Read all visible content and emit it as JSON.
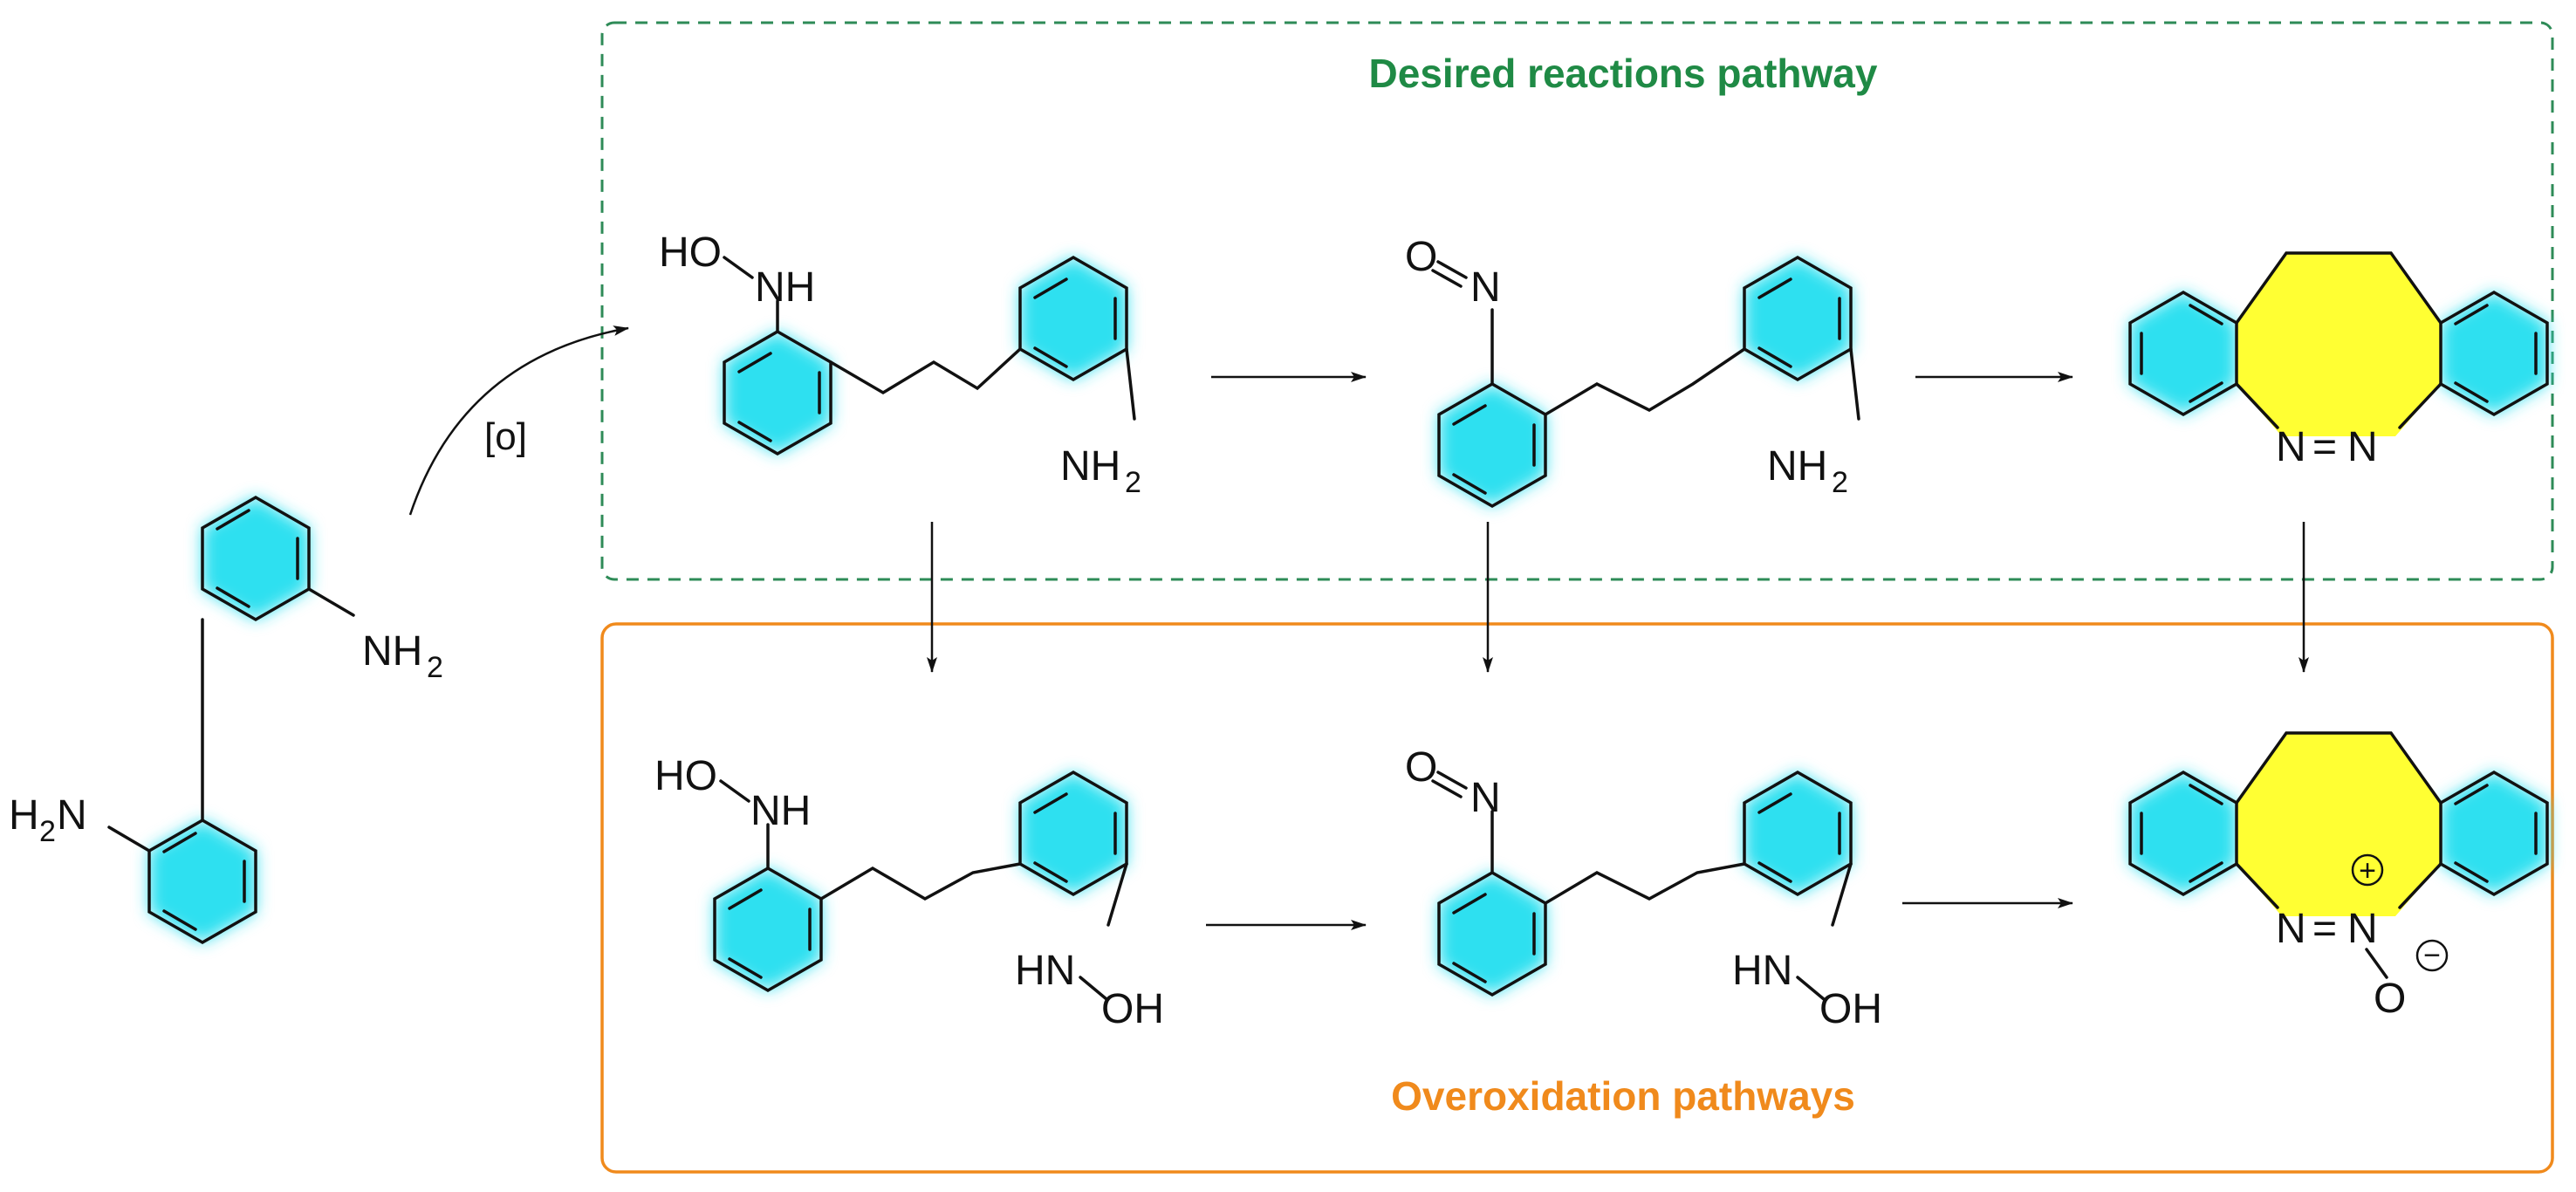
{
  "boxes": {
    "desired": {
      "title": "Desired reactions pathway",
      "border_color": "#2e8b57"
    },
    "overoxidation": {
      "title": "Overoxidation pathways",
      "border_color": "#f08a1c"
    }
  },
  "colors": {
    "aromatic_glow": "#2ee0f0",
    "azo_ring": "#ffff33",
    "green_title": "#1f8a45",
    "orange_title": "#f08a1c"
  },
  "reagent": "[o]",
  "labels": {
    "NH2": "NH",
    "H2N": "H",
    "two": "2",
    "N_right": "N",
    "HO": "HO",
    "NH": "NH",
    "O": "O",
    "N": "N",
    "HN": "HN",
    "OH": "OH",
    "NN": "N",
    "eq": "=",
    "plus": "+",
    "minus": "−"
  }
}
